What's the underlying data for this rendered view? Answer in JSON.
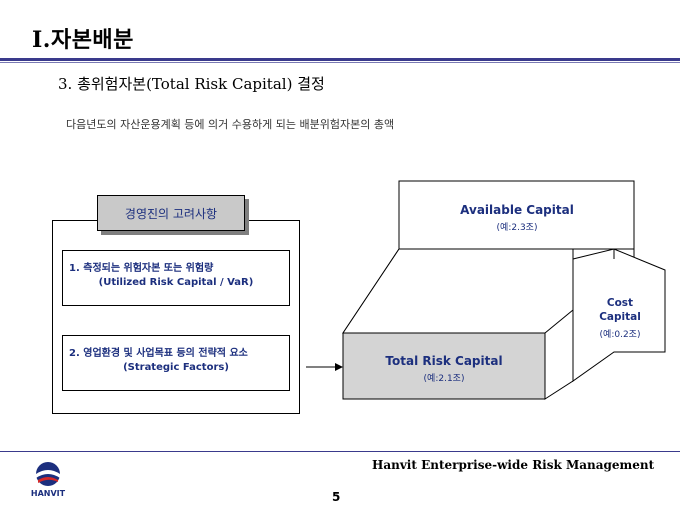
{
  "section_title": "Ⅰ.자본배분",
  "subtitle": "3. 총위험자본(Total Risk Capital) 결정",
  "description": "다음년도의 자산운용계획 등에 의거  수용하게 되는 배분위험자본의 총액",
  "considerations": {
    "header": "경영진의 고려사항",
    "factors": [
      {
        "line1": "1. 측정되는 위험자본 또는 위험량",
        "line2": "(Utilized Risk Capital / VaR)"
      },
      {
        "line1": "2. 영업환경 및 사업목표 등의 전략적 요소",
        "line2": "(Strategic Factors)"
      }
    ]
  },
  "capitals": {
    "available": {
      "title": "Available Capital",
      "example": "(예:2.3조)"
    },
    "total_risk": {
      "title": "Total Risk Capital",
      "example": "(예:2.1조)"
    },
    "cost": {
      "title_line1": "Cost",
      "title_line2": "Capital",
      "example": "(예:0.2조)"
    }
  },
  "colors": {
    "accent": "#1c2f7e",
    "rule": "#3a3a8c",
    "header_fill": "#c9c9c9",
    "total_fill": "#d4d4d4"
  },
  "footer": {
    "company_text": "Hanvit Enterprise-wide Risk Management",
    "page_number": "5",
    "logo_text": "HANVIT"
  }
}
